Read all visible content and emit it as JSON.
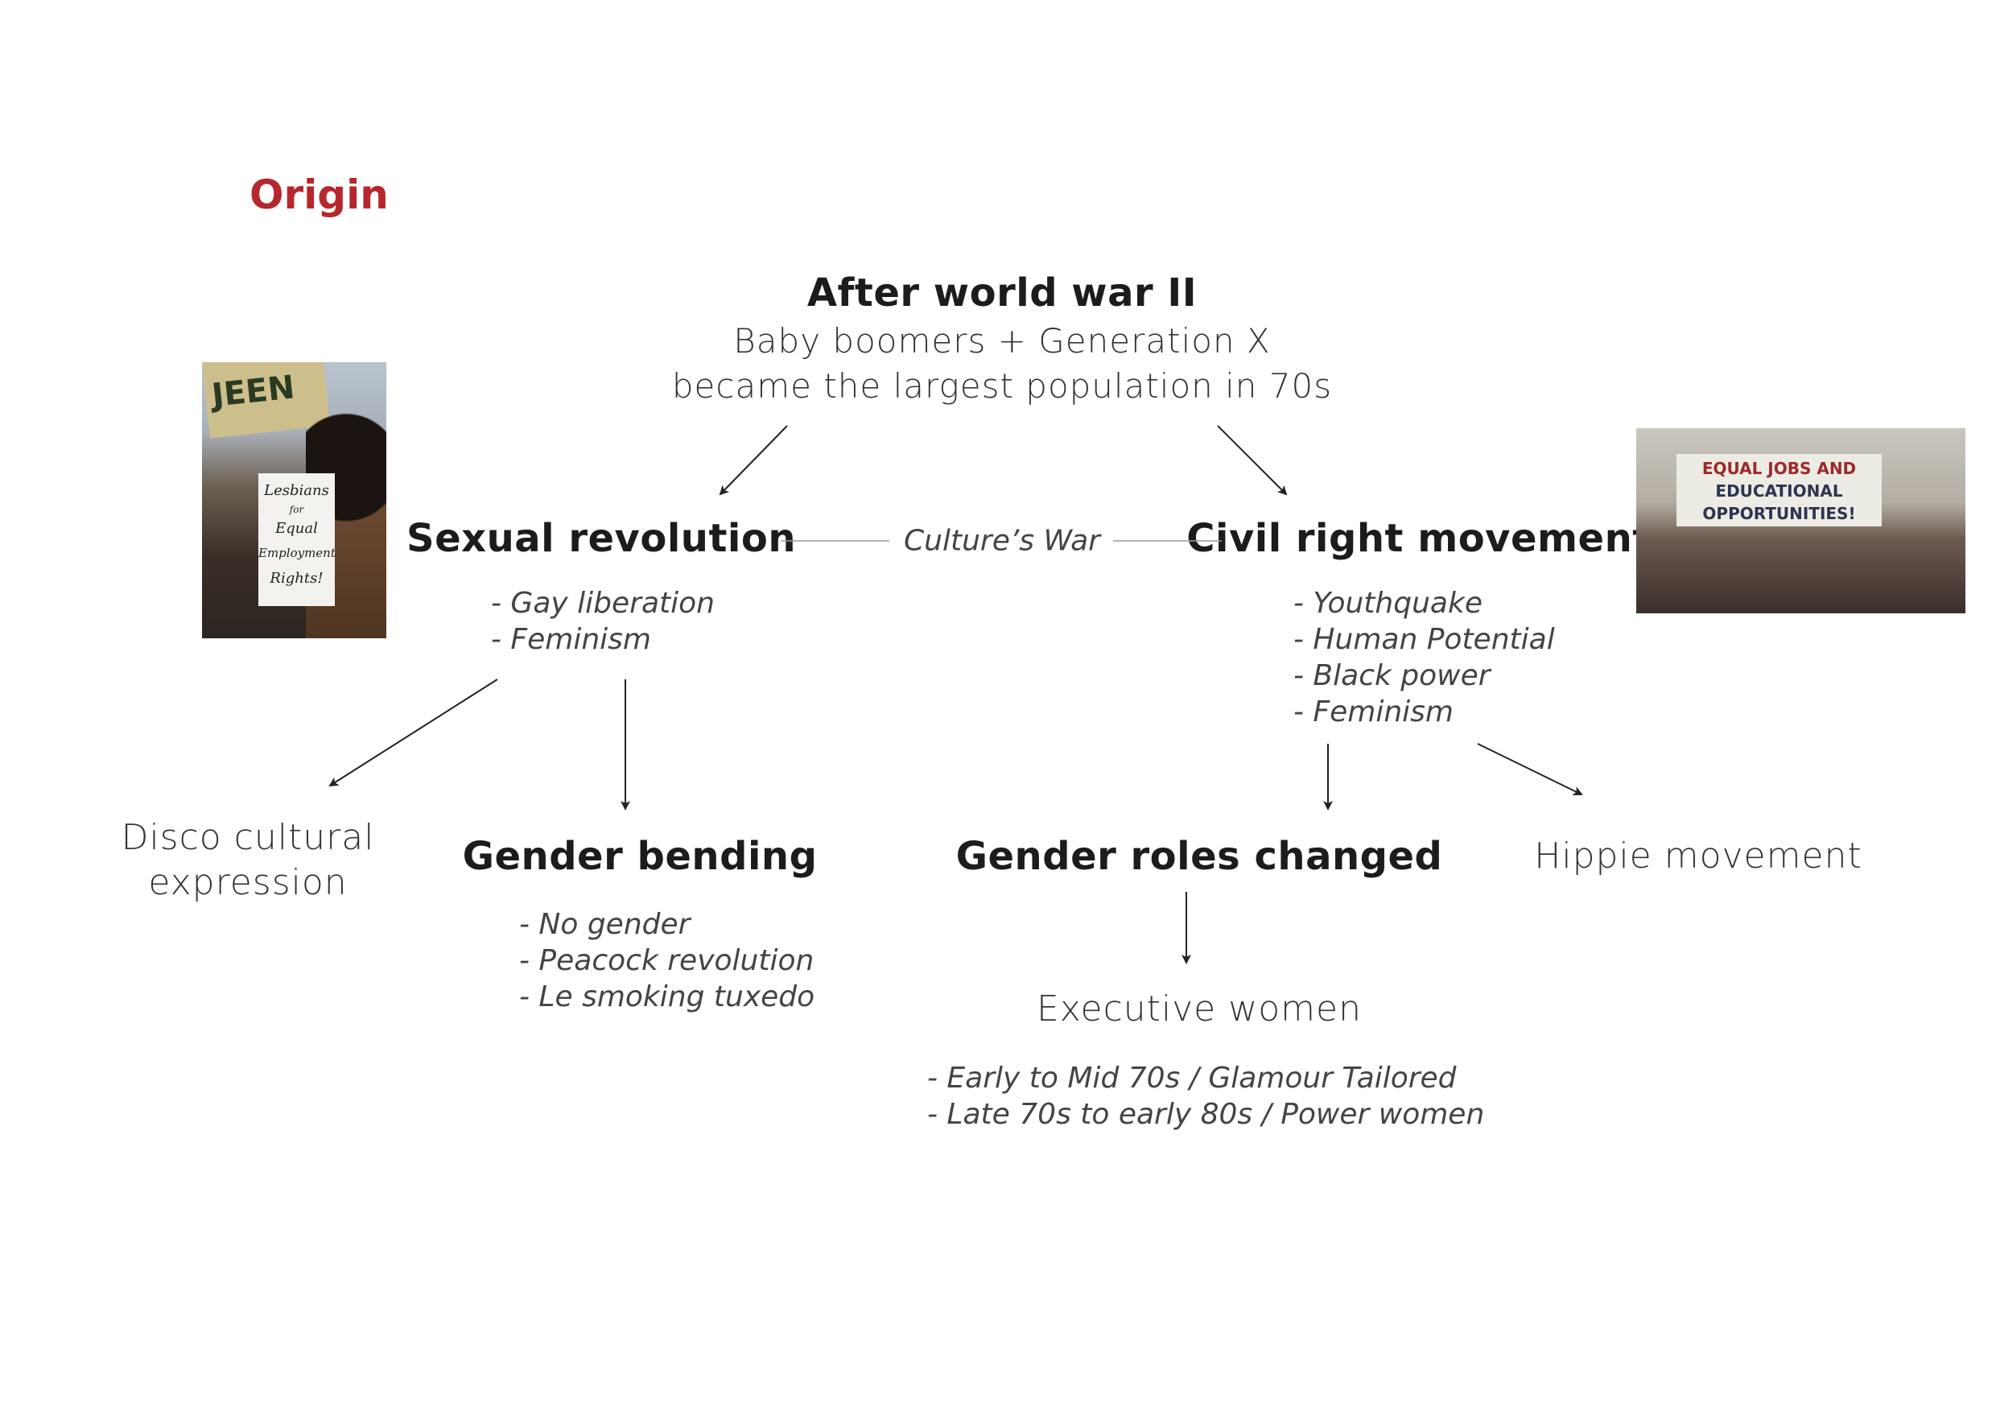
{
  "heading": "Origin",
  "root": {
    "title": "After world war II",
    "lines": [
      "Baby boomers + Generation X",
      "became the largest population in 70s"
    ]
  },
  "left_branch": {
    "title": "Sexual revolution",
    "items": [
      "- Gay liberation",
      "- Feminism"
    ]
  },
  "connector_label": "Culture’s War",
  "right_branch": {
    "title": "Civil right movement",
    "items": [
      "- Youthquake",
      "- Human Potential",
      "- Black power",
      "- Feminism"
    ]
  },
  "disco": {
    "lines": [
      "Disco cultural",
      "expression"
    ]
  },
  "gender_bending": {
    "title": "Gender bending",
    "items": [
      "- No gender",
      "- Peacock revolution",
      "- Le smoking tuxedo"
    ]
  },
  "gender_roles": {
    "title": "Gender roles changed"
  },
  "hippie": {
    "title": "Hippie movement"
  },
  "executive": {
    "title": "Executive women",
    "items": [
      "- Early to Mid 70s / Glamour Tailored",
      "- Late 70s to early 80s / Power women"
    ]
  },
  "photos": {
    "left": {
      "sign_lines": [
        "Lesbians",
        "for",
        "Equal",
        "Employment",
        "Rights!"
      ],
      "banner": "JEEN"
    },
    "right": {
      "banner_lines": [
        "EQUAL JOBS AND",
        "EDUCATIONAL",
        "OPPORTUNITIES!"
      ]
    }
  },
  "colors": {
    "accent": "#b5272d",
    "text": "#222222"
  }
}
